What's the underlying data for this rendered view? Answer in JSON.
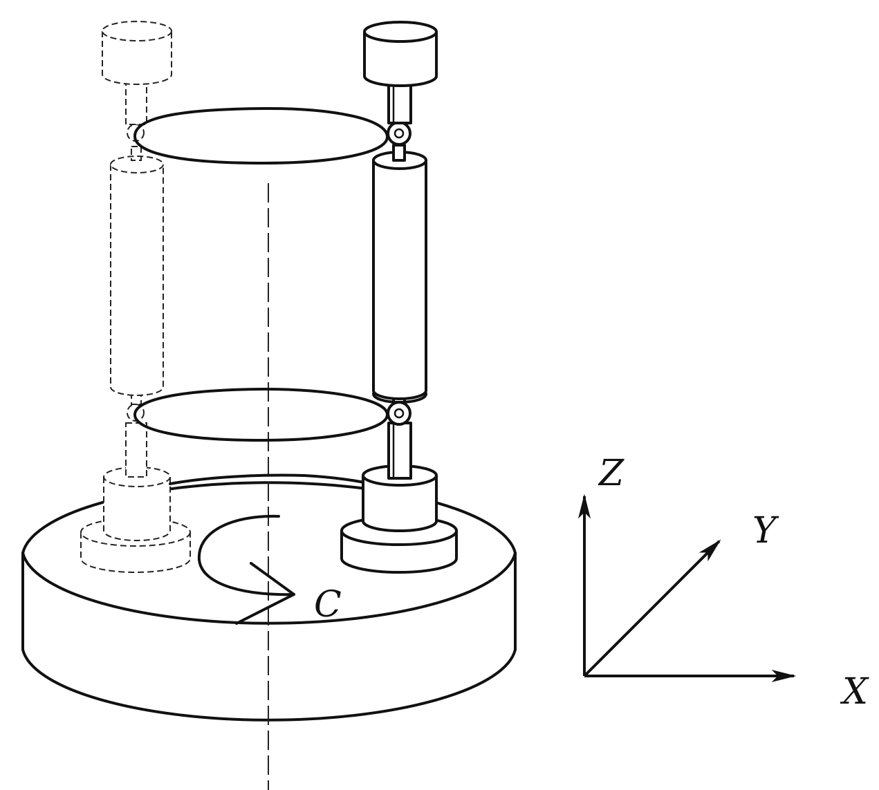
{
  "labels": {
    "rotation": "C",
    "axis_z": "Z",
    "axis_y": "Y",
    "axis_x": "X"
  },
  "colors": {
    "line": "#111111",
    "background": "#ffffff"
  }
}
